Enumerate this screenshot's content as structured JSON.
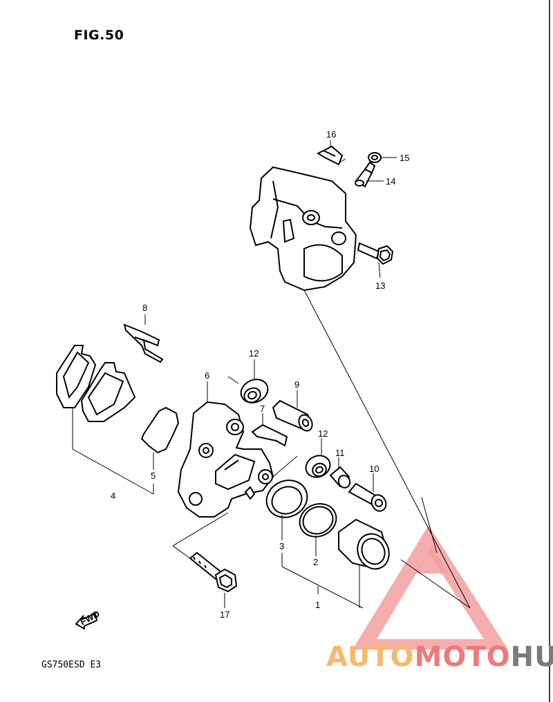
{
  "figure": {
    "title": "FIG.50",
    "model": "GS750ESD E3",
    "fwd_label": "FWD"
  },
  "parts": [
    {
      "id": "1",
      "label": "1"
    },
    {
      "id": "2",
      "label": "2"
    },
    {
      "id": "3",
      "label": "3"
    },
    {
      "id": "4",
      "label": "4"
    },
    {
      "id": "5",
      "label": "5"
    },
    {
      "id": "6",
      "label": "6"
    },
    {
      "id": "7",
      "label": "7"
    },
    {
      "id": "8",
      "label": "8"
    },
    {
      "id": "9",
      "label": "9"
    },
    {
      "id": "10",
      "label": "10"
    },
    {
      "id": "11",
      "label": "11"
    },
    {
      "id": "12a",
      "label": "12"
    },
    {
      "id": "12b",
      "label": "12"
    },
    {
      "id": "13",
      "label": "13"
    },
    {
      "id": "14",
      "label": "14"
    },
    {
      "id": "15",
      "label": "15"
    },
    {
      "id": "16",
      "label": "16"
    },
    {
      "id": "17",
      "label": "17"
    }
  ],
  "watermark": {
    "part1": "AUTO",
    "part2": "MOTO",
    "part3": "HUB",
    "colors": {
      "triangle": "#f3a0a0",
      "auto": "#f9b86a",
      "moto": "#f07a7a",
      "hub": "#7a7a7a"
    }
  }
}
